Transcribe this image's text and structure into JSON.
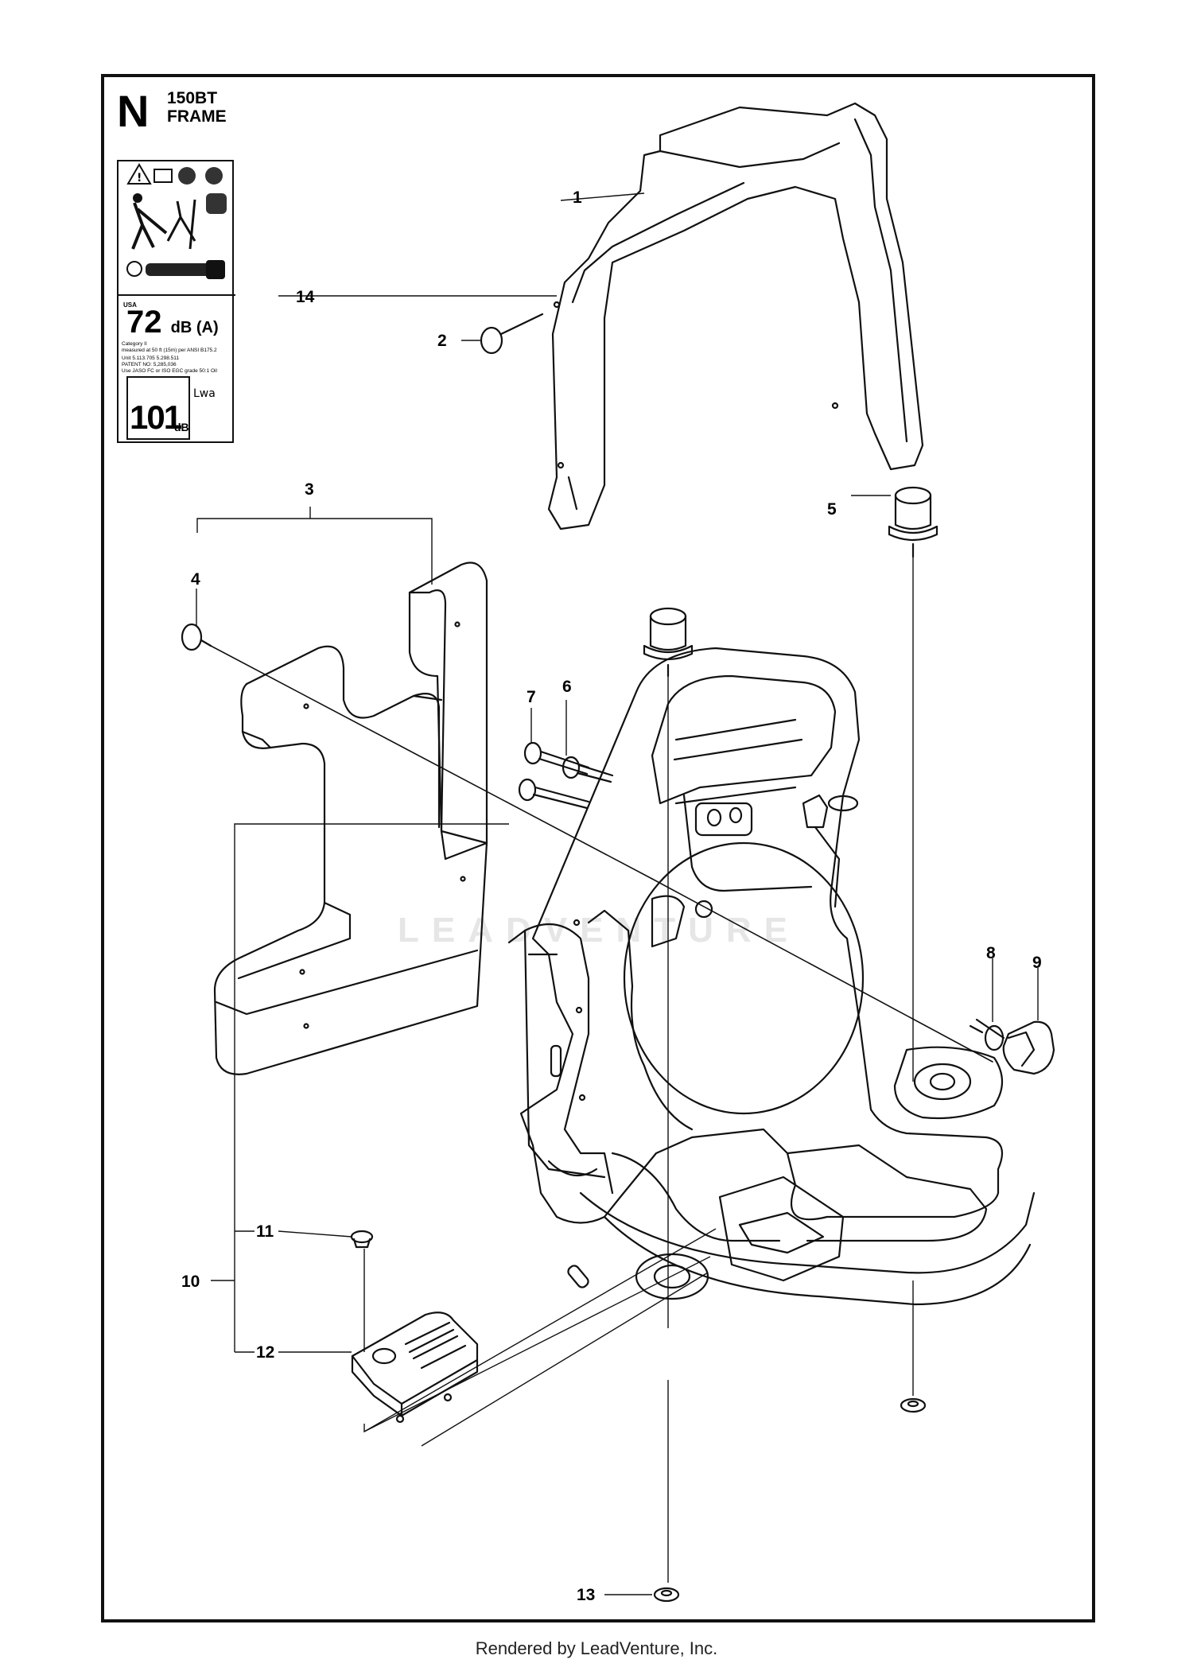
{
  "header": {
    "section_letter": "N",
    "model": "150BT",
    "assembly": "FRAME"
  },
  "decal": {
    "region": "USA",
    "sound_level": "72",
    "sound_unit": "dB (A)",
    "line1": "Category II",
    "line2": "measured at 50 ft (15m) per ANSI B175.2",
    "line3": "Unit   5.113.705   5.298.511",
    "line4": "PATENT NO: 5,285,036",
    "line5": "Use JASO FC or ISO EGC grade 50:1 Oil",
    "power_level": "101",
    "power_unit": "dB",
    "lwa": "Lwa"
  },
  "callouts": [
    "1",
    "2",
    "3",
    "4",
    "5",
    "6",
    "7",
    "8",
    "9",
    "10",
    "11",
    "12",
    "13",
    "14"
  ],
  "watermark": "LEADVENTURE",
  "footer": "Rendered by LeadVenture, Inc."
}
